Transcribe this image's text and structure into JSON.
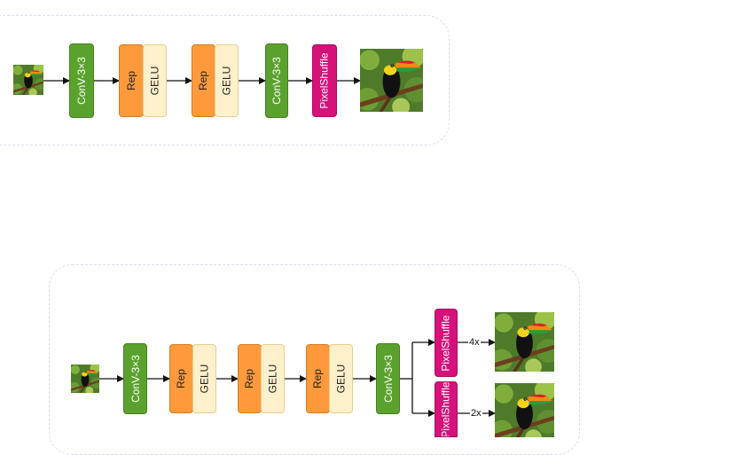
{
  "icons": {
    "image": "toucan-image-icon"
  },
  "top_pipeline": {
    "blocks": [
      "ConV-3×3",
      "Rep",
      "GELU",
      "Rep",
      "GELU",
      "ConV-3×3",
      "PixelShuffle"
    ]
  },
  "bottom_pipeline": {
    "blocks": [
      "ConV-3×3",
      "Rep",
      "GELU",
      "Rep",
      "GELU",
      "Rep",
      "GELU",
      "ConV-3×3"
    ],
    "branches": [
      {
        "block": "PixelShuffle",
        "scale": "4x"
      },
      {
        "block": "PixelShuffle",
        "scale": "2x"
      }
    ]
  },
  "colors": {
    "conv": "#5aa22d",
    "rep": "#ff9a3c",
    "gelu": "#fff0cc",
    "pixelshuffle": "#d6117a",
    "panel_border": "#d8dce8"
  }
}
